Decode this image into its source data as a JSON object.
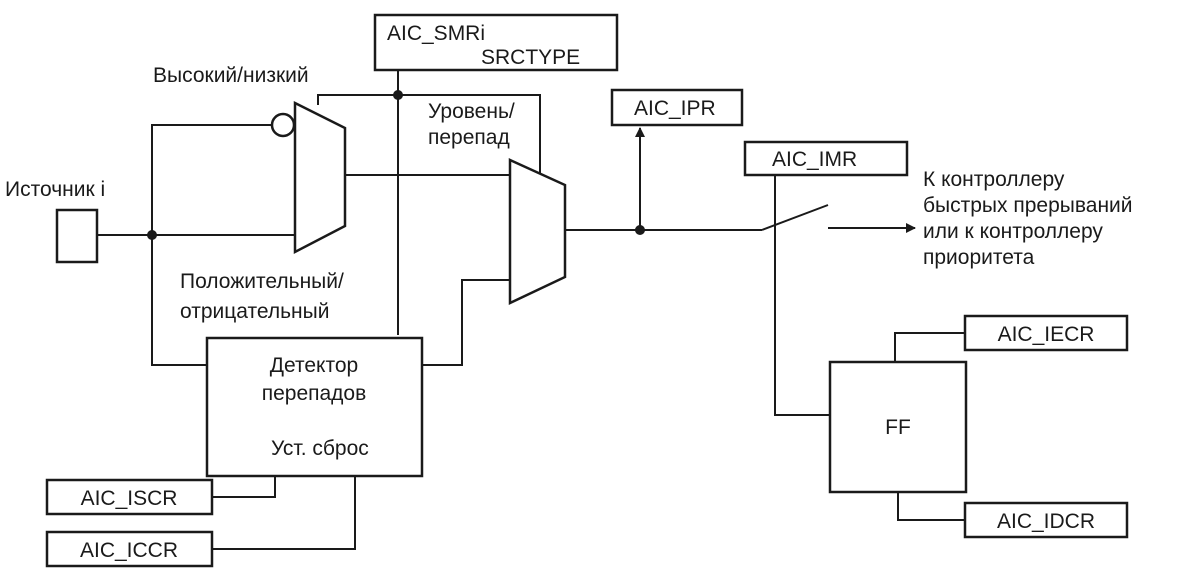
{
  "labels": {
    "high_low": "Высокий/низкий",
    "source": "Источник i",
    "level_edge_1": "Уровень/",
    "level_edge_2": "перепад",
    "pos_neg_1": "Положительный/",
    "pos_neg_2": "отрицательный",
    "output_1": "К контроллеру",
    "output_2": "быстрых прерываний",
    "output_3": "или к контроллеру",
    "output_4": "приоритета"
  },
  "blocks": {
    "smr_1": "AIC_SMRi",
    "smr_2": "SRCTYPE",
    "ipr": "AIC_IPR",
    "imr": "AIC_IMR",
    "edge_detector_1": "Детектор",
    "edge_detector_2": "перепадов",
    "set_reset": "Уст. сброс",
    "iscr": "AIC_ISCR",
    "iccr": "AIC_ICCR",
    "ff": "FF",
    "iecr": "AIC_IECR",
    "idcr": "AIC_IDCR"
  }
}
